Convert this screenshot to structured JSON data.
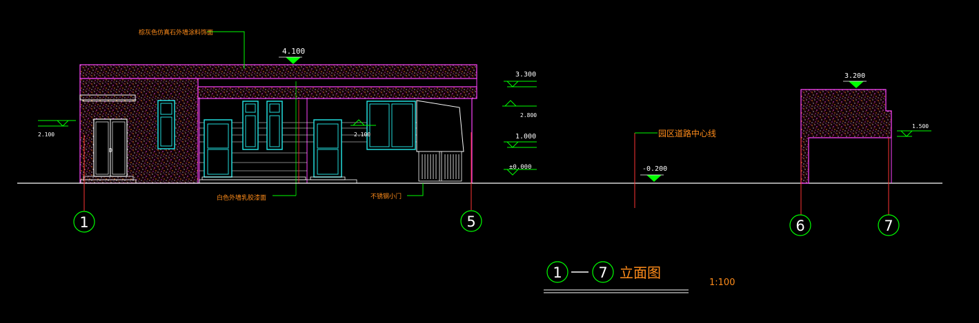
{
  "annotations": {
    "roof_material": "棕灰色仿真石外墙涂料饰面",
    "wall_material": "白色外墙乳胶漆面",
    "stainless_gate": "不锈钢小门",
    "road_centerline": "园区道路中心线"
  },
  "elevations": {
    "top": "4.100",
    "e3300": "3.300",
    "e2800": "2.800",
    "e1000": "1.000",
    "zero": "±0.000",
    "road": "-0.200",
    "left_canopy": "2.100",
    "door_mid": "2.100",
    "right_top": "3.200",
    "right_side": "1.500"
  },
  "axes": [
    "1",
    "5",
    "6",
    "7"
  ],
  "title": {
    "from": "1",
    "to": "7",
    "label": "立面图",
    "scale": "1:100"
  },
  "colors": {
    "background": "#000000",
    "wall": "#ff44ff",
    "glazing": "#22dddd",
    "line": "#ffffff",
    "marker": "#00ff00",
    "axis": "#ff3333",
    "text_orange": "#ff8c1a"
  }
}
